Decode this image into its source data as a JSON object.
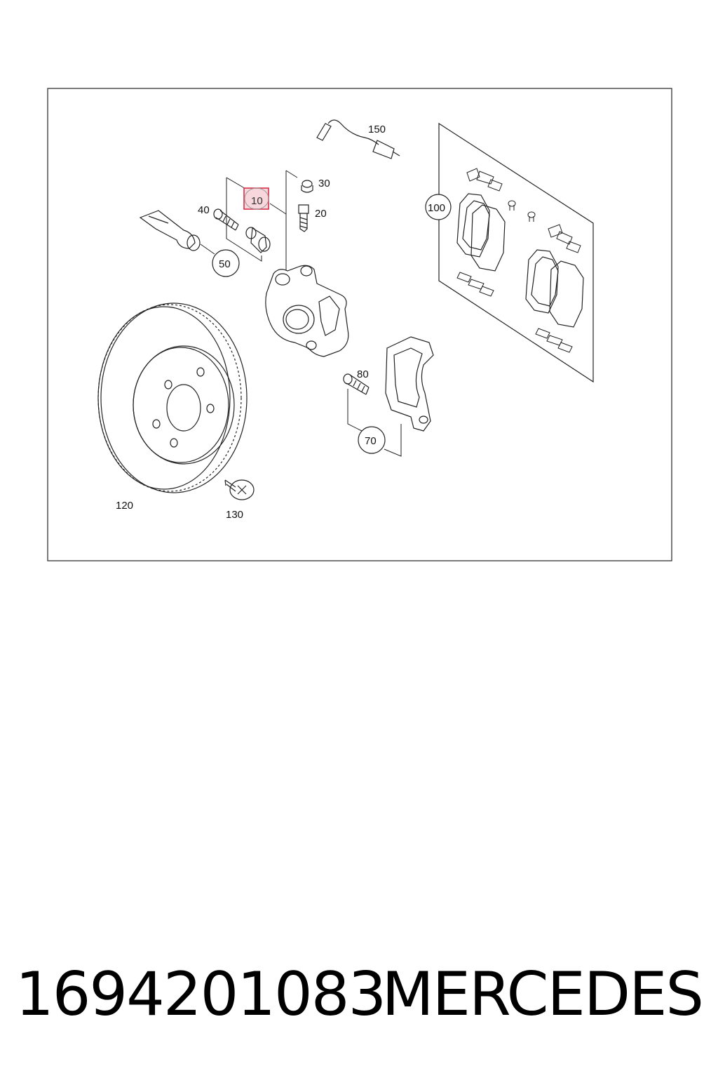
{
  "diagram": {
    "callouts": {
      "c10": "10",
      "c20": "20",
      "c30": "30",
      "c40": "40",
      "c50": "50",
      "c70": "70",
      "c80": "80",
      "c100": "100",
      "c120": "120",
      "c130": "130",
      "c150": "150"
    },
    "highlighted_callout": "10",
    "highlight_color": "#d9304a"
  },
  "footer": {
    "part_number": "1694201083",
    "brand": "MERCEDES"
  }
}
